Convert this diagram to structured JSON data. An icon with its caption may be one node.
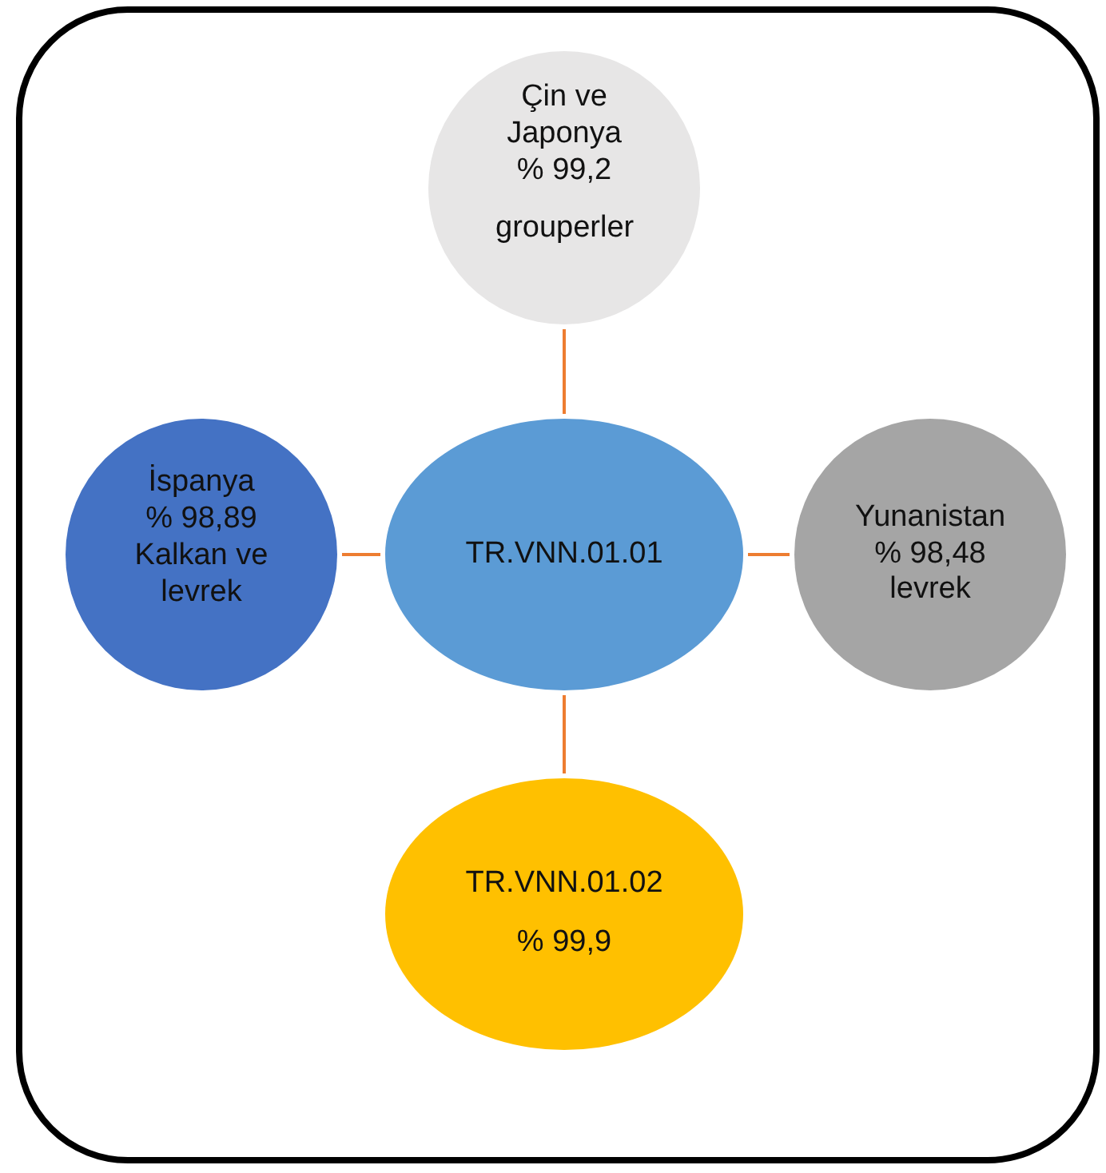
{
  "diagram": {
    "nodes": [
      {
        "text": [
          "Çin ve Japonya % 99,2",
          "grouperler"
        ]
      },
      {
        "text": [
          "İspanya % 98,89 Kalkan ve levrek"
        ]
      },
      {
        "text": [
          "TR.VNN.01.01"
        ]
      },
      {
        "text": [
          "Yunanistan % 98,48 levrek"
        ]
      },
      {
        "text": [
          "TR.VNN.01.02",
          "% 99,9"
        ]
      }
    ],
    "edges": [
      {
        "from": 2,
        "to": 0,
        "arrow": "none"
      },
      {
        "from": 2,
        "to": 1,
        "arrow": "none"
      },
      {
        "from": 2,
        "to": 3,
        "arrow": "none"
      },
      {
        "from": 2,
        "to": 4,
        "arrow": "none"
      }
    ]
  }
}
